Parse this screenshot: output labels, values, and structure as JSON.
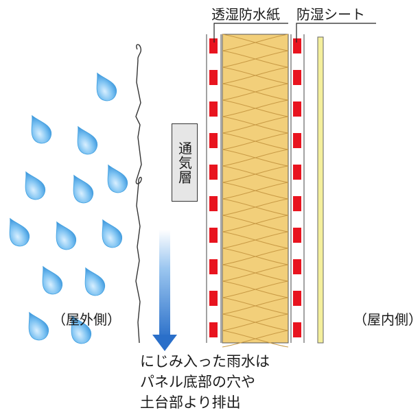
{
  "labels": {
    "moisture_permeable_paper": "透湿防水紙",
    "vapor_barrier_sheet": "防湿シート",
    "air_layer": "通気層",
    "outdoor_side": "（屋外側）",
    "indoor_side": "（屋内側）"
  },
  "caption": {
    "line1": "にじみ入った雨水は",
    "line2": "パネル底部の穴や",
    "line3": "土台部より排出"
  },
  "colors": {
    "raindrop": "#3f9ede",
    "insulation": "#f2cf7a",
    "insulation_line": "#c89a45",
    "membrane_dash": "#e8141f",
    "arrow": "#2a6fc9",
    "board": "#f4ef9c"
  },
  "icons": {
    "raindrop": "raindrop-icon",
    "arrow": "down-arrow-icon"
  }
}
